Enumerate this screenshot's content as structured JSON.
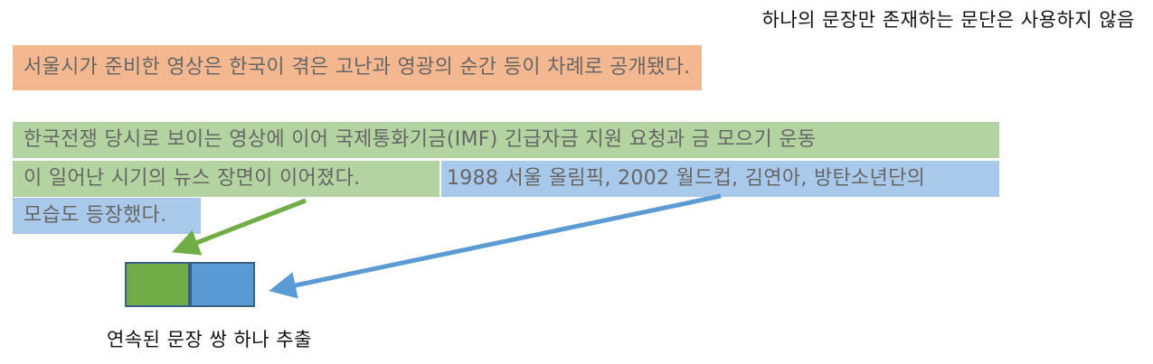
{
  "note": "하나의 문장만 존재하는 문단은 사용하지 않음",
  "paragraph_single": "서울시가 준비한 영상은 한국이 겪은 고난과 영광의 순간 등이 차례로 공개됐다.",
  "paragraph_multi": {
    "line1": "한국전쟁 당시로 보이는 영상에 이어 국제통화기금(IMF) 긴급자금 지원 요청과 금 모으기 운동",
    "line2_green": "이 일어난 시기의 뉴스 장면이 이어졌다.",
    "line2_blue": "1988 서울 올림픽, 2002 월드컵, 김연아, 방탄소년단의",
    "line3_blue": "모습도 등장했다."
  },
  "caption": "연속된 문장 쌍 하나 추출",
  "colors": {
    "single_paragraph_highlight": "#f4b890",
    "sentence1_highlight": "#b3d4a0",
    "sentence2_highlight": "#a9c9ea",
    "sentence1_box": "#70ad47",
    "sentence2_box": "#5b9bd5",
    "arrow_green": "#70ad47",
    "arrow_blue": "#5b9bd5"
  }
}
